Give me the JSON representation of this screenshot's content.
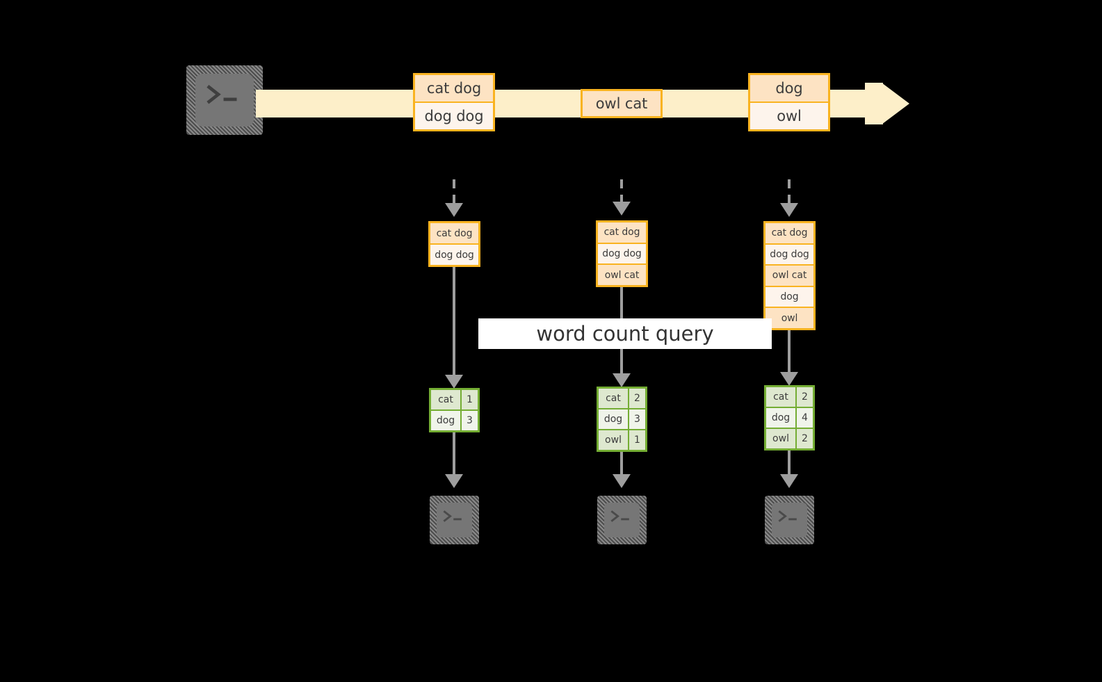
{
  "diagram": {
    "title": "word count query",
    "colors": {
      "background": "#000000",
      "stream_band": "#fdefc9",
      "record_border": "#f9b320",
      "record_fill": "#fde3c3",
      "record_fill_alt": "#fdf4ec",
      "result_border": "#74ad33",
      "result_fill": "#dee8cf",
      "result_fill_alt": "#f0f4ea",
      "connector": "#9e9e9e",
      "terminal_face": "#767676",
      "label_background": "#ffffff",
      "text": "#3c3c3c"
    }
  },
  "source": {
    "icon": "terminal-icon",
    "label": ""
  },
  "stream": {
    "direction": "left-to-right",
    "events": [
      {
        "id": "event-1",
        "lines": [
          {
            "text": "cat dog",
            "shade": "primary"
          },
          {
            "text": "dog dog",
            "shade": "alt"
          }
        ]
      },
      {
        "id": "event-2",
        "lines": [
          {
            "text": "owl cat",
            "shade": "primary"
          }
        ]
      },
      {
        "id": "event-3",
        "lines": [
          {
            "text": "dog",
            "shade": "primary"
          },
          {
            "text": "owl",
            "shade": "alt"
          }
        ]
      }
    ]
  },
  "snapshots": [
    {
      "id": "snapshot-1",
      "accumulated": [
        {
          "text": "cat dog",
          "shade": "primary"
        },
        {
          "text": "dog dog",
          "shade": "alt"
        }
      ],
      "result": {
        "rows": [
          {
            "word": "cat",
            "count": "1",
            "shade": "primary"
          },
          {
            "word": "dog",
            "count": "3",
            "shade": "alt"
          }
        ]
      },
      "sink": {
        "icon": "terminal-icon"
      }
    },
    {
      "id": "snapshot-2",
      "accumulated": [
        {
          "text": "cat dog",
          "shade": "primary"
        },
        {
          "text": "dog dog",
          "shade": "alt"
        },
        {
          "text": "owl cat",
          "shade": "primary"
        }
      ],
      "result": {
        "rows": [
          {
            "word": "cat",
            "count": "2",
            "shade": "primary"
          },
          {
            "word": "dog",
            "count": "3",
            "shade": "alt"
          },
          {
            "word": "owl",
            "count": "1",
            "shade": "primary"
          }
        ]
      },
      "sink": {
        "icon": "terminal-icon"
      }
    },
    {
      "id": "snapshot-3",
      "accumulated": [
        {
          "text": "cat dog",
          "shade": "primary"
        },
        {
          "text": "dog dog",
          "shade": "alt"
        },
        {
          "text": "owl cat",
          "shade": "primary"
        },
        {
          "text": "dog",
          "shade": "alt"
        },
        {
          "text": "owl",
          "shade": "primary"
        }
      ],
      "result": {
        "rows": [
          {
            "word": "cat",
            "count": "2",
            "shade": "primary"
          },
          {
            "word": "dog",
            "count": "4",
            "shade": "alt"
          },
          {
            "word": "owl",
            "count": "2",
            "shade": "primary"
          }
        ]
      },
      "sink": {
        "icon": "terminal-icon"
      }
    }
  ]
}
